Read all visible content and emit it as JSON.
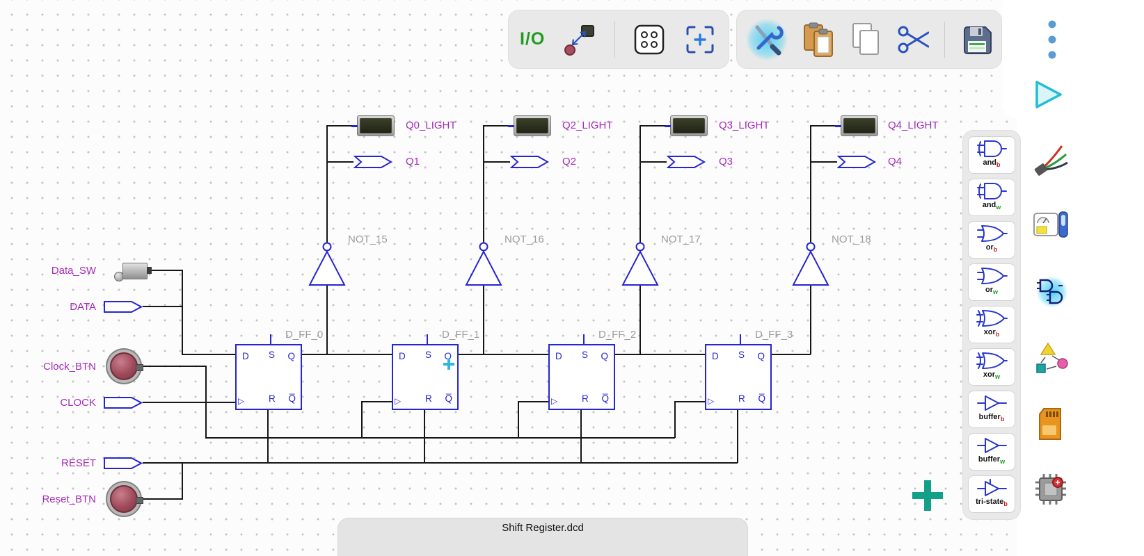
{
  "theme": {
    "component_blue": "#2525d2",
    "label_magenta": "#a42cb8",
    "label_gray": "#9c9c9c",
    "wire_black": "#161616",
    "io_green": "#1f9b1f",
    "play_teal": "#23bcd2",
    "plus_teal": "#12a089",
    "glow_cyan": "#50d0f2",
    "panel_gray": "#e9e9e9"
  },
  "window": {
    "tab_filename": "Shift Register.dcd"
  },
  "toolbar": {
    "io_button_label": "I/O",
    "icons": [
      "io-mode",
      "signal-convert",
      "led-matrix",
      "center-view",
      "tools",
      "paste",
      "copy",
      "cut",
      "save",
      "overflow-menu"
    ]
  },
  "right_rail_icons": [
    "wire-splitter",
    "level-meter",
    "gates-selected",
    "hierarchy",
    "sd-card",
    "microcontroller"
  ],
  "actions": {
    "run": "play",
    "add_component": "plus"
  },
  "circuit": {
    "input_labels": {
      "data_sw": "Data_SW",
      "data": "DATA",
      "clock_btn": "Clock_BTN",
      "clock": "CLOCK",
      "reset": "RESET",
      "reset_btn": "Reset_BTN"
    },
    "flipflops": [
      {
        "name": "D_FF_0"
      },
      {
        "name": "D_FF_1"
      },
      {
        "name": "D_FF_2"
      },
      {
        "name": "D_FF_3"
      }
    ],
    "ff_pins": {
      "d": "D",
      "s": "S",
      "q": "Q",
      "r": "R",
      "qbar": "Q̅",
      "clock_marker": "▷"
    },
    "not_gates": [
      {
        "name": "NOT_15"
      },
      {
        "name": "NOT_16"
      },
      {
        "name": "NOT_17"
      },
      {
        "name": "NOT_18"
      }
    ],
    "lights": [
      {
        "name": "Q0_LIGHT"
      },
      {
        "name": "Q2_LIGHT"
      },
      {
        "name": "Q3_LIGHT"
      },
      {
        "name": "Q4_LIGHT"
      }
    ],
    "output_pins": [
      {
        "name": "Q1"
      },
      {
        "name": "Q2"
      },
      {
        "name": "Q3"
      },
      {
        "name": "Q4"
      }
    ]
  },
  "palette": {
    "items": [
      {
        "label": "and",
        "tag": "b",
        "tag_color": "#cc2222",
        "gate": "and"
      },
      {
        "label": "and",
        "tag": "w",
        "tag_color": "#1e9e1e",
        "gate": "and"
      },
      {
        "label": "or",
        "tag": "b",
        "tag_color": "#cc2222",
        "gate": "or"
      },
      {
        "label": "or",
        "tag": "w",
        "tag_color": "#1e9e1e",
        "gate": "or"
      },
      {
        "label": "xor",
        "tag": "b",
        "tag_color": "#cc2222",
        "gate": "xor"
      },
      {
        "label": "xor",
        "tag": "w",
        "tag_color": "#1e9e1e",
        "gate": "xor"
      },
      {
        "label": "buffer",
        "tag": "b",
        "tag_color": "#cc2222",
        "gate": "buffer"
      },
      {
        "label": "buffer",
        "tag": "w",
        "tag_color": "#1e9e1e",
        "gate": "buffer"
      },
      {
        "label": "tri-state",
        "tag": "b",
        "tag_color": "#cc2222",
        "gate": "tri-state"
      }
    ]
  }
}
